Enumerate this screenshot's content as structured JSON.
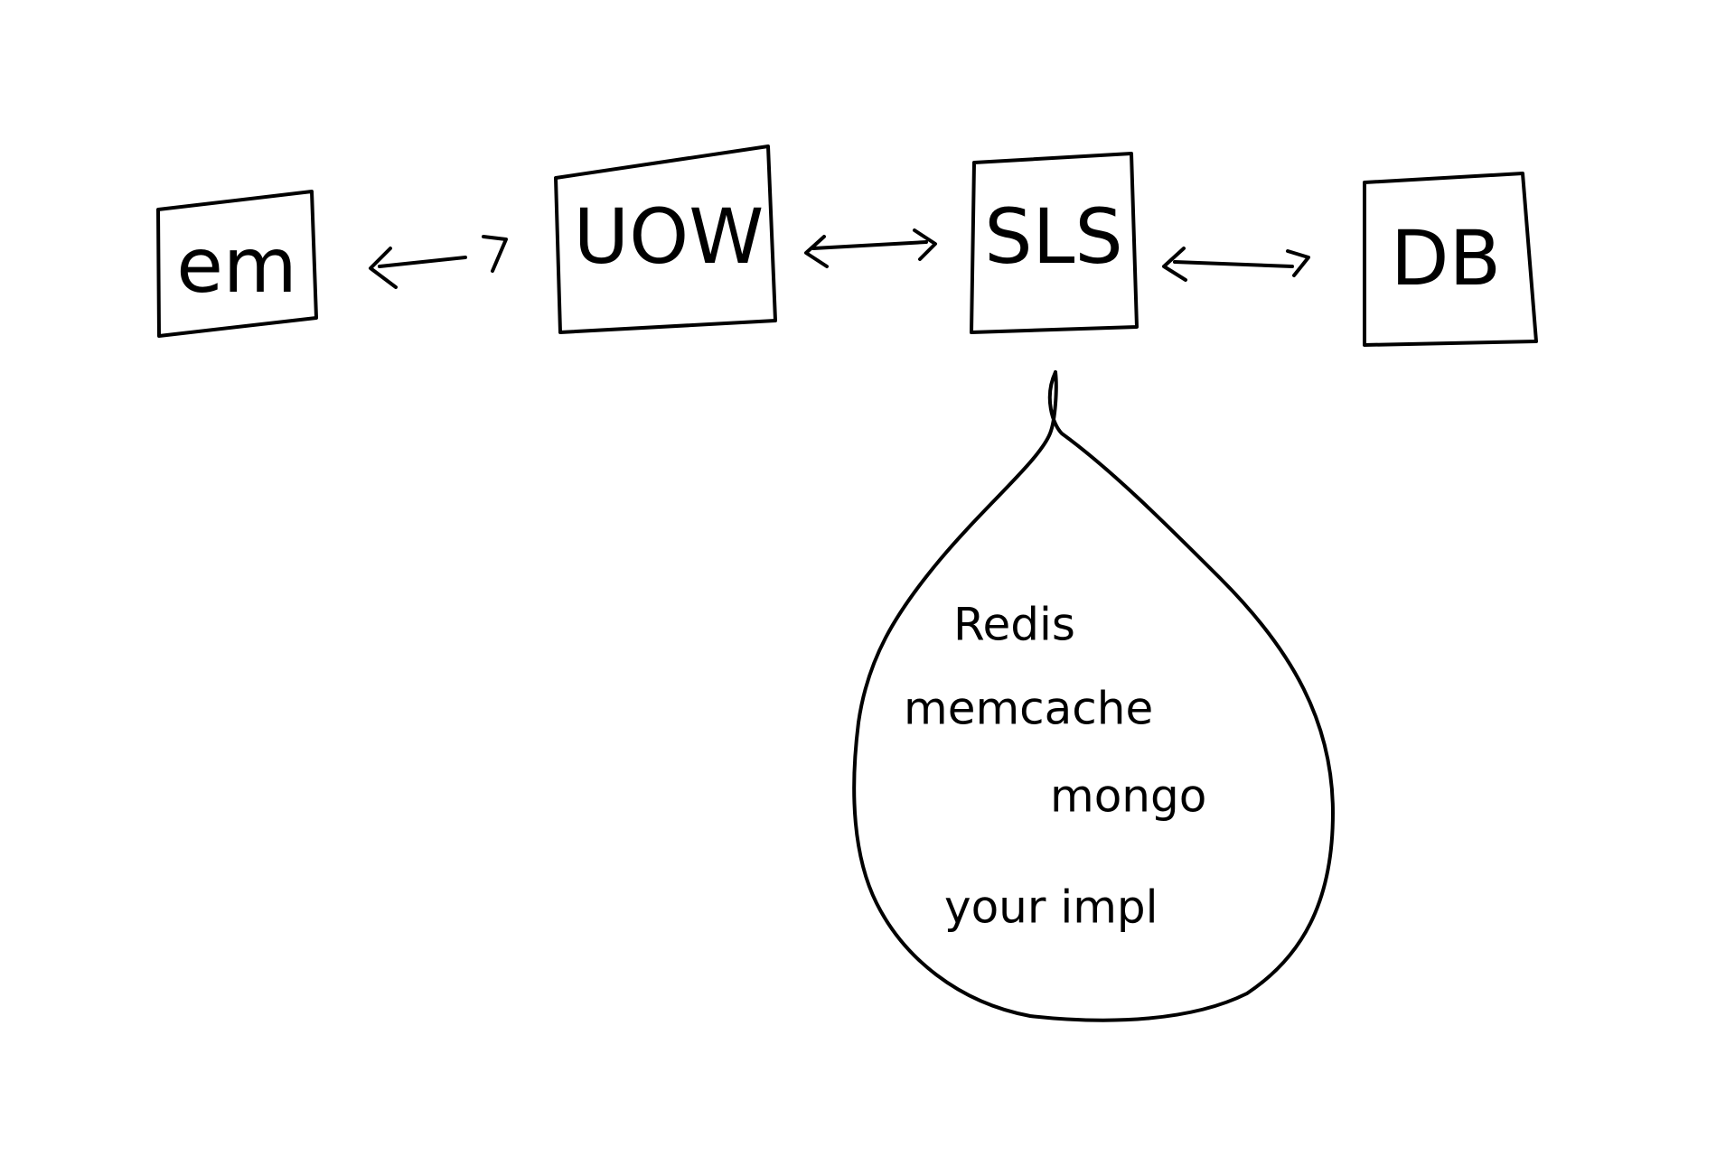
{
  "nodes": {
    "em": {
      "label": "em"
    },
    "uow": {
      "label": "UOW"
    },
    "sls": {
      "label": "SLS"
    },
    "db": {
      "label": "DB"
    }
  },
  "connections": [
    {
      "from": "em",
      "to": "uow",
      "direction": "bidirectional"
    },
    {
      "from": "uow",
      "to": "sls",
      "direction": "bidirectional"
    },
    {
      "from": "sls",
      "to": "db",
      "direction": "bidirectional"
    }
  ],
  "implementations": {
    "attached_to": "sls",
    "items": [
      "Redis",
      "memcache",
      "mongo",
      "your impl"
    ]
  },
  "colors": {
    "ink": "#000000",
    "background": "#ffffff"
  }
}
